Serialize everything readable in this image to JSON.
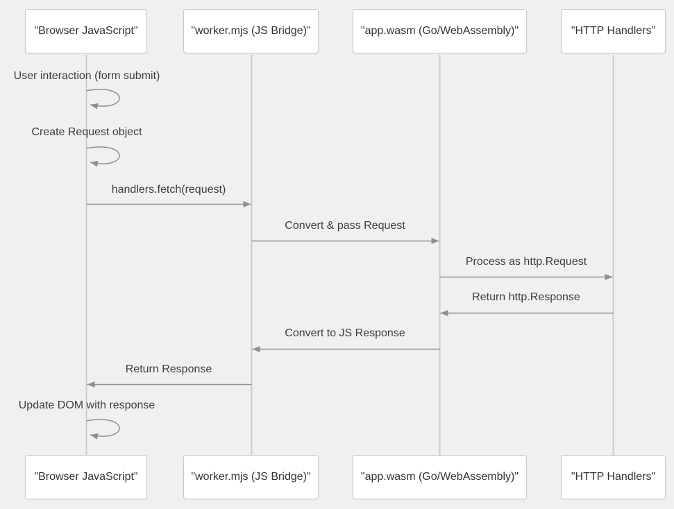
{
  "diagram": {
    "type": "sequence-diagram",
    "participants": [
      {
        "id": "browser",
        "label": "\"Browser JavaScript\""
      },
      {
        "id": "worker",
        "label": "\"worker.mjs (JS Bridge)\""
      },
      {
        "id": "wasm",
        "label": "\"app.wasm (Go/WebAssembly)\""
      },
      {
        "id": "http",
        "label": "\"HTTP Handlers\""
      }
    ],
    "messages": [
      {
        "from": "browser",
        "to": "browser",
        "kind": "self",
        "label": "User interaction (form submit)"
      },
      {
        "from": "browser",
        "to": "browser",
        "kind": "self",
        "label": "Create Request object"
      },
      {
        "from": "browser",
        "to": "worker",
        "kind": "arrow",
        "label": "handlers.fetch(request)"
      },
      {
        "from": "worker",
        "to": "wasm",
        "kind": "arrow",
        "label": "Convert & pass Request"
      },
      {
        "from": "wasm",
        "to": "http",
        "kind": "arrow",
        "label": "Process as http.Request"
      },
      {
        "from": "http",
        "to": "wasm",
        "kind": "arrow",
        "label": "Return http.Response"
      },
      {
        "from": "wasm",
        "to": "worker",
        "kind": "arrow",
        "label": "Convert to JS Response"
      },
      {
        "from": "worker",
        "to": "browser",
        "kind": "arrow",
        "label": "Return Response"
      },
      {
        "from": "browser",
        "to": "browser",
        "kind": "self",
        "label": "Update DOM with response"
      }
    ],
    "colors": {
      "background": "#f1f0ee",
      "box_fill": "#ffffff",
      "box_border": "#c9c8c6",
      "lifeline": "#cccbc9",
      "arrow": "#8f8f8f",
      "text": "#3d3d3d"
    }
  }
}
